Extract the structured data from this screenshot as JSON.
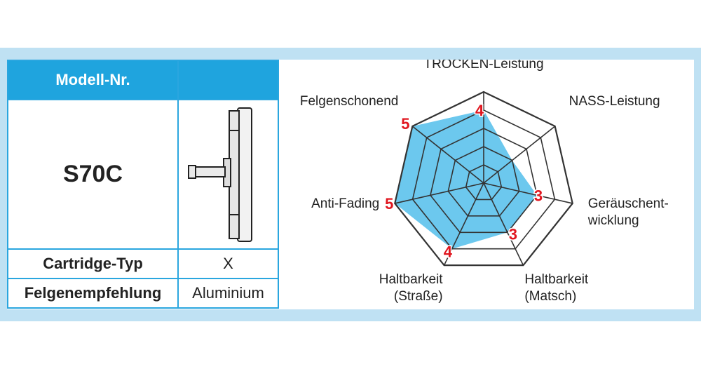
{
  "table": {
    "header_model": "Modell-Nr.",
    "header_image": "",
    "model": "S70C",
    "rows": [
      {
        "label": "Cartridge-Typ",
        "value": "X"
      },
      {
        "label": "Felgenempfehlung",
        "value": "Aluminium"
      }
    ]
  },
  "chart_data": {
    "type": "radar",
    "max": 5,
    "levels": 5,
    "axes": [
      {
        "label": [
          "TROCKEN-Leistung"
        ],
        "value": 4
      },
      {
        "label": [
          "NASS-Leistung"
        ],
        "value": 2
      },
      {
        "label": [
          "Geräuschent-",
          "wicklung"
        ],
        "value": 3
      },
      {
        "label": [
          "Haltbarkeit",
          "(Matsch)"
        ],
        "value": 3
      },
      {
        "label": [
          "Haltbarkeit",
          "(Straße)"
        ],
        "value": 4
      },
      {
        "label": [
          "Anti-Fading"
        ],
        "value": 5
      },
      {
        "label": [
          "Felgenschonend"
        ],
        "value": 5
      }
    ],
    "value_labels_shown": [
      "4",
      "",
      "3",
      "3",
      "4",
      "5",
      "5"
    ],
    "colors": {
      "fill": "#6cc8ee",
      "grid": "#333333",
      "value_text": "#e0161f"
    }
  }
}
